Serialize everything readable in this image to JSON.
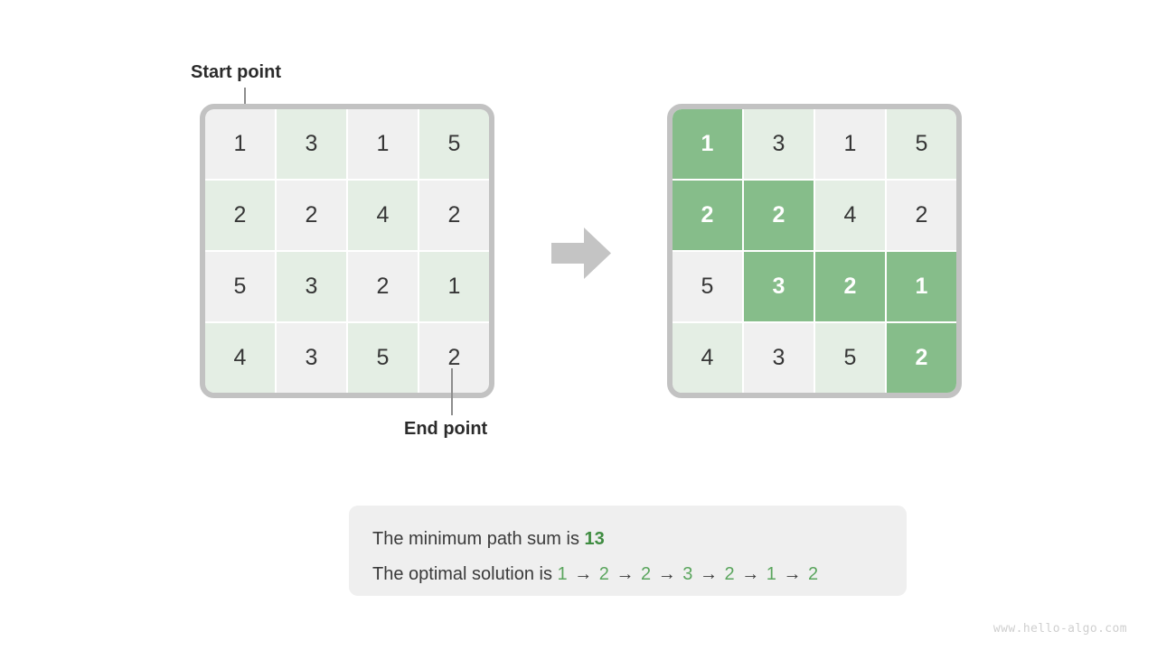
{
  "figure": {
    "title_alt": "Minimum path sum grid",
    "annotations": {
      "start_label": "Start point",
      "end_label": "End point"
    },
    "arrow": {
      "icon": "arrow-right-block-icon",
      "color": "#c4c4c4"
    }
  },
  "grid_left": {
    "name": "input-grid",
    "rows": 4,
    "cols": 4,
    "values": [
      [
        1,
        3,
        1,
        5
      ],
      [
        2,
        2,
        4,
        2
      ],
      [
        5,
        3,
        2,
        1
      ],
      [
        4,
        3,
        5,
        2
      ]
    ],
    "cell_colors": {
      "gray": "#f0f0f0",
      "pale_green": "#e4eee4"
    },
    "border_color": "#c2c2c2"
  },
  "grid_right": {
    "name": "solution-grid",
    "rows": 4,
    "cols": 4,
    "values": [
      [
        1,
        3,
        1,
        5
      ],
      [
        2,
        2,
        4,
        2
      ],
      [
        5,
        3,
        2,
        1
      ],
      [
        4,
        3,
        5,
        2
      ]
    ],
    "path_cells": [
      [
        0,
        0
      ],
      [
        1,
        0
      ],
      [
        1,
        1
      ],
      [
        2,
        1
      ],
      [
        2,
        2
      ],
      [
        2,
        3
      ],
      [
        3,
        3
      ]
    ],
    "cell_colors": {
      "gray": "#f0f0f0",
      "pale_green": "#e4eee4",
      "path_green": "#86bd8a",
      "path_text": "#ffffff"
    },
    "border_color": "#c2c2c2"
  },
  "caption": {
    "line1_prefix": "The minimum path sum is ",
    "min_path_sum": "13",
    "line2_prefix": "The optimal solution is ",
    "solution_sequence": [
      1,
      2,
      2,
      3,
      2,
      1,
      2
    ],
    "separator": "→",
    "highlight_color": "#3f8c41",
    "sequence_color": "#5aa55d",
    "background": "#efefef"
  },
  "watermark": {
    "text": "www.hello-algo.com"
  }
}
